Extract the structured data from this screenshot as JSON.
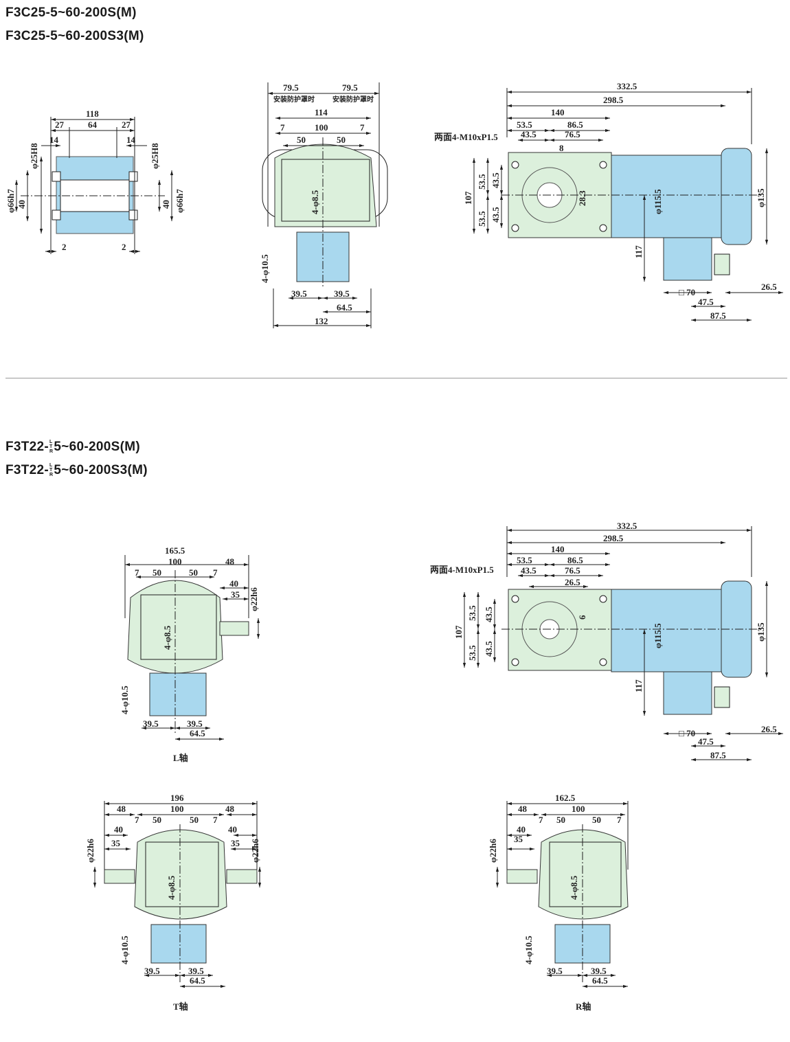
{
  "section1": {
    "title_line1": "F3C25-5~60-200S(M)",
    "title_line2": "F3C25-5~60-200S3(M)"
  },
  "section2": {
    "title_prefix1": "F3T22-",
    "title_suffix1": "5~60-200S(M)",
    "title_prefix2": "F3T22-",
    "title_suffix2": "5~60-200S3(M)",
    "frac_top": "L",
    "frac_mid": "T",
    "frac_bot": "R"
  },
  "views": {
    "l_axis": "L轴",
    "t_axis": "T轴",
    "r_axis": "R轴"
  },
  "colors": {
    "gearbox": "#dcf0dc",
    "motor": "#a9d8ee",
    "line": "#1e1e1e",
    "separator": "#9a9a9a"
  },
  "dims": {
    "d118": "118",
    "d27": "27",
    "d64": "64",
    "d14": "14",
    "d2": "2",
    "d25H8": "φ25H8",
    "d40": "40",
    "d66h7": "φ66h7",
    "d79_5": "79.5",
    "guard": "安装防护罩时",
    "d114": "114",
    "d7": "7",
    "d100": "100",
    "d50": "50",
    "d4_8_5": "4-φ8.5",
    "d4_10_5": "4-φ10.5",
    "d39_5": "39.5",
    "d64_5": "64.5",
    "d132": "132",
    "d332_5": "332.5",
    "d298_5": "298.5",
    "d140": "140",
    "d53_5": "53.5",
    "d86_5": "86.5",
    "d43_5": "43.5",
    "d76_5": "76.5",
    "d8": "8",
    "d28_3": "28.3",
    "d107": "107",
    "d115_5": "φ115.5",
    "d135": "φ135",
    "d117": "117",
    "d26_5": "26.5",
    "sq70": "□ 70",
    "d47_5": "47.5",
    "d87_5": "87.5",
    "tap": "两面4-M10xP1.5",
    "d165_5": "165.5",
    "d48": "48",
    "d35": "35",
    "d22h6": "φ22h6",
    "d6": "6",
    "d196": "196",
    "d162_5": "162.5"
  }
}
